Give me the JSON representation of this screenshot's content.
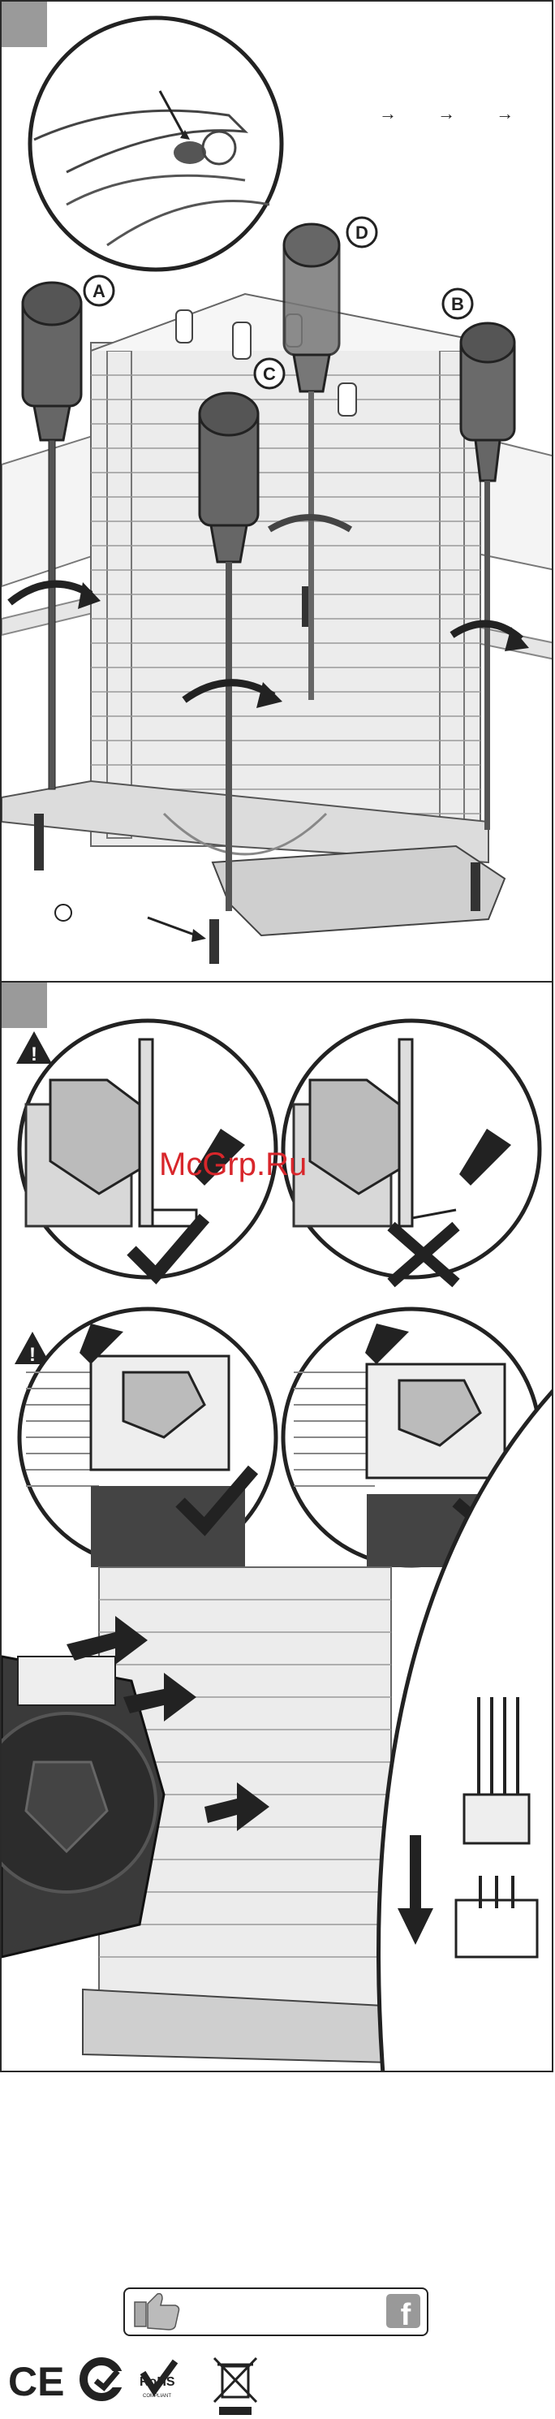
{
  "watermark": "McGrp.Ru",
  "callouts": {
    "a": "A",
    "b": "B",
    "c": "C",
    "d": "D"
  },
  "arrow_row": "→ → →",
  "panels": {
    "top": {
      "step_shade": "#9a9a9a"
    },
    "bottom": {
      "step_shade": "#9a9a9a"
    }
  },
  "marks": {
    "correct": "✔",
    "wrong": "✕",
    "warning": "!"
  },
  "footer": {
    "ce": "CE",
    "rohs": "RoHS",
    "rohs_sub": "COMPLIANT",
    "facebook": "f"
  },
  "colors": {
    "ink": "#222222",
    "watermark": "#d8262b",
    "step_shade": "#9a9a9a"
  }
}
